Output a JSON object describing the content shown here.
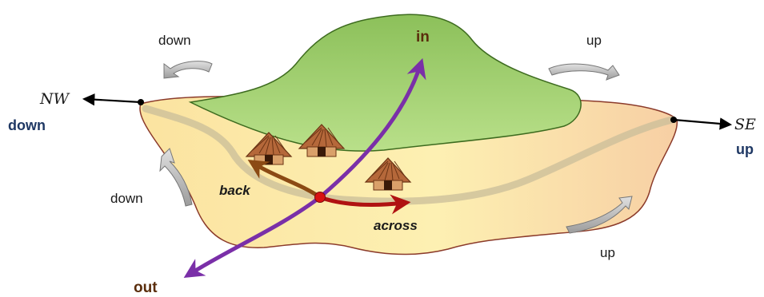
{
  "labels": {
    "in": "in",
    "out": "out",
    "back": "back",
    "across": "across",
    "nw": "NW",
    "se": "SE",
    "nw_sub": "down",
    "se_sub": "up",
    "rot_top_left": "down",
    "rot_left": "down",
    "rot_top_right": "up",
    "rot_bottom_right": "up"
  },
  "colors": {
    "land_fill": "#fdeaa3",
    "land_edge": "#8b3a2a",
    "hill_fill": "#9fce6a",
    "hill_edge": "#3d6b1f",
    "purple_axis": "#7a2fa8",
    "back_axis": "#8b4a14",
    "across_axis": "#b01212",
    "rotation_arrow": "#b8b8b8",
    "label_navy": "#1f3864",
    "label_brown": "#5a2d0c"
  },
  "icons": [
    "hut-icon",
    "hut-icon",
    "hut-icon",
    "rotation-arrow-icon",
    "origin-dot-icon"
  ]
}
